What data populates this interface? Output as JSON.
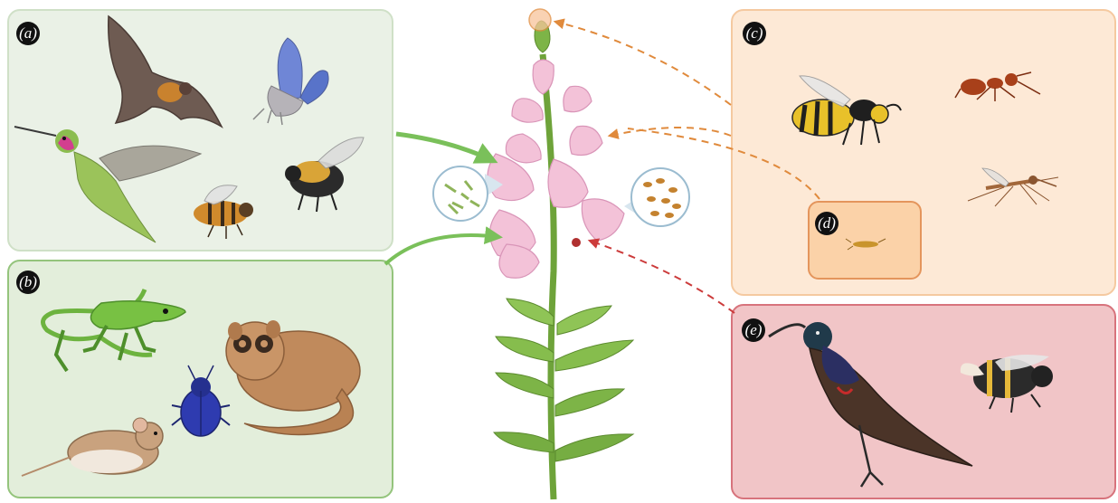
{
  "panels": {
    "a": {
      "label": "(a)",
      "members": [
        "bat",
        "butterfly",
        "hummingbird",
        "bumblebee",
        "honeybee"
      ],
      "accent": "#cfe0c7"
    },
    "b": {
      "label": "(b)",
      "members": [
        "anole-lizard",
        "mouse-lemur",
        "beetle",
        "mouse"
      ],
      "accent": "#94c47c"
    },
    "c": {
      "label": "(c)",
      "members": [
        "wasp",
        "ant",
        "mosquito"
      ],
      "accent": "#f5c9a0"
    },
    "d": {
      "label": "(d)",
      "members": [
        "thrips"
      ],
      "accent": "#e4955c"
    },
    "e": {
      "label": "(e)",
      "members": [
        "sunbird",
        "bumblebee"
      ],
      "accent": "#d7737c"
    }
  },
  "center": {
    "plant": "snapdragon-flower-spike",
    "insets": [
      "pollen-grains-green",
      "pollen-grains-brown"
    ]
  },
  "colors": {
    "green_arrow": "#7ac05a",
    "orange_arrow": "#e08a3c",
    "red_arrow": "#cc3b3b"
  }
}
